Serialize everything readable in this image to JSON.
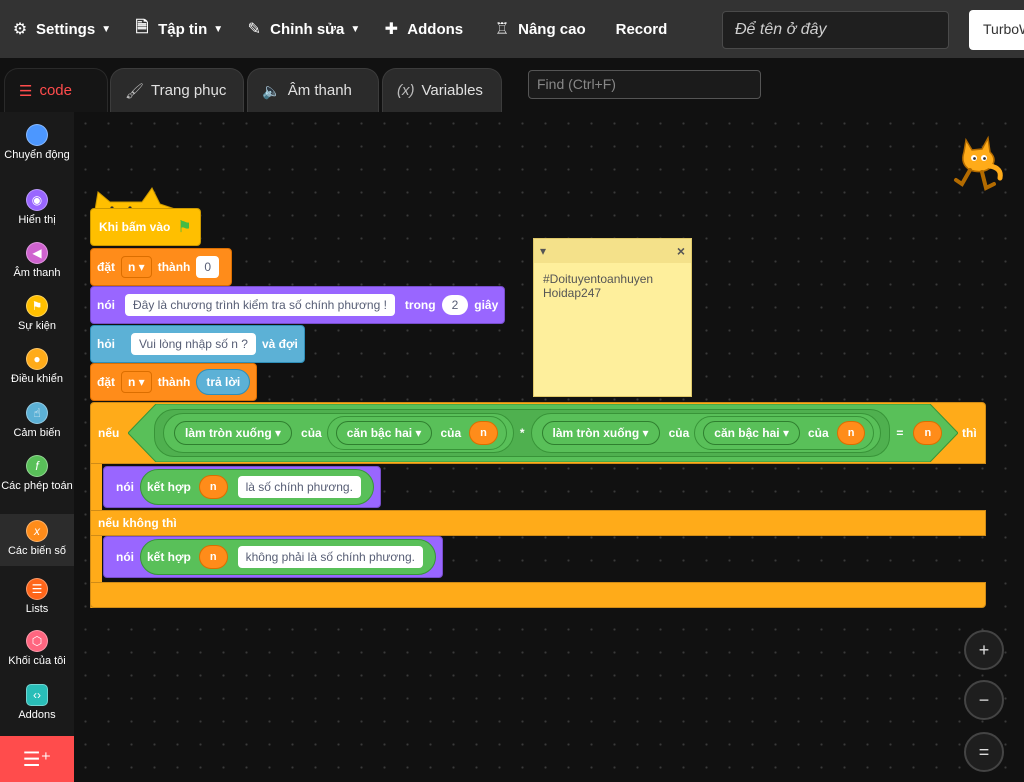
{
  "menubar": {
    "settings": "Settings",
    "file": "Tập tin",
    "edit": "Chỉnh sửa",
    "addons": "Addons",
    "advanced": "Nâng cao",
    "record": "Record",
    "project_title_placeholder": "Để tên ở đây",
    "share": "TurboWarp"
  },
  "tabs": {
    "code": "code",
    "costumes": "Trang phục",
    "sounds": "Âm thanh",
    "variables": "Variables",
    "find_placeholder": "Find (Ctrl+F)"
  },
  "categories": [
    {
      "label": "Chuyển động",
      "color": "#4c97ff"
    },
    {
      "label": "Hiển thị",
      "color": "#9966ff"
    },
    {
      "label": "Âm thanh",
      "color": "#cf63cf"
    },
    {
      "label": "Sự kiện",
      "color": "#ffbf00"
    },
    {
      "label": "Điều khiển",
      "color": "#ffab19"
    },
    {
      "label": "Cảm biến",
      "color": "#5cb1d6"
    },
    {
      "label": "Các phép toán",
      "color": "#59c059"
    },
    {
      "label": "Các biến số",
      "color": "#ff8c1a"
    },
    {
      "label": "Lists",
      "color": "#ff661a"
    },
    {
      "label": "Khối của tôi",
      "color": "#ff6680"
    },
    {
      "label": "Addons",
      "color": "#29beb8"
    }
  ],
  "script": {
    "hat": "Khi bấm vào",
    "set1": {
      "label": "đặt",
      "var": "n",
      "to": "thành",
      "value": "0"
    },
    "say": {
      "label": "nói",
      "text": "Đây là chương trình kiểm tra số chính phương !",
      "for": "trong",
      "secs": "2",
      "unit": "giây"
    },
    "ask": {
      "label": "hỏi",
      "text": "Vui lòng nhập số n ?",
      "wait": "và đợi"
    },
    "set2": {
      "label": "đặt",
      "var": "n",
      "to": "thành",
      "answer": "trả lời"
    },
    "if": {
      "label": "nếu",
      "floor": "làm tròn xuống",
      "of": "của",
      "sqrt": "căn bậc hai",
      "var": "n",
      "times": "*",
      "equals": "=",
      "then": "thì"
    },
    "say_yes": {
      "label": "nói",
      "join": "kết hợp",
      "var": "n",
      "text": "là số chính phương."
    },
    "else": "nếu không thì",
    "say_no": {
      "label": "nói",
      "join": "kết hợp",
      "var": "n",
      "text": "không phải là số chính phương."
    }
  },
  "note": {
    "text": "#Doituyentoanhuyen Hoidap247"
  },
  "zoom": {
    "in": "+",
    "out": "−",
    "reset": "="
  }
}
